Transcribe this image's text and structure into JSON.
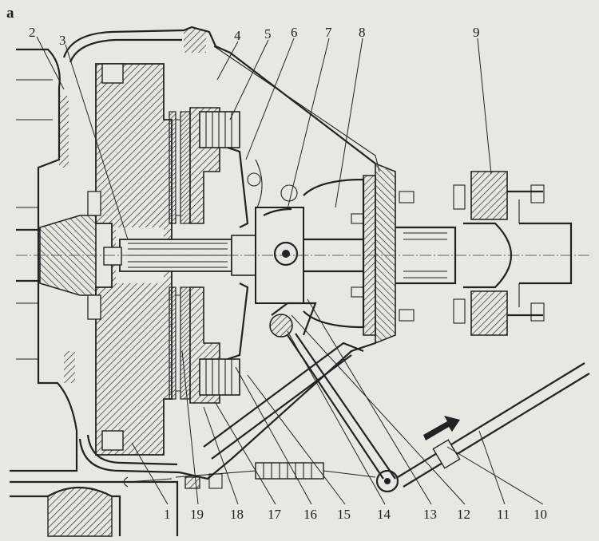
{
  "figure_letter": "a",
  "callouts": [
    {
      "n": "1"
    },
    {
      "n": "2"
    },
    {
      "n": "3"
    },
    {
      "n": "4"
    },
    {
      "n": "5"
    },
    {
      "n": "6"
    },
    {
      "n": "7"
    },
    {
      "n": "8"
    },
    {
      "n": "9"
    },
    {
      "n": "10"
    },
    {
      "n": "11"
    },
    {
      "n": "12"
    },
    {
      "n": "13"
    },
    {
      "n": "14"
    },
    {
      "n": "15"
    },
    {
      "n": "16"
    },
    {
      "n": "17"
    },
    {
      "n": "18"
    },
    {
      "n": "19"
    }
  ],
  "colors": {
    "paper": "#e9e7e1",
    "ink": "#222222",
    "hatch": "#2a2a2a"
  }
}
